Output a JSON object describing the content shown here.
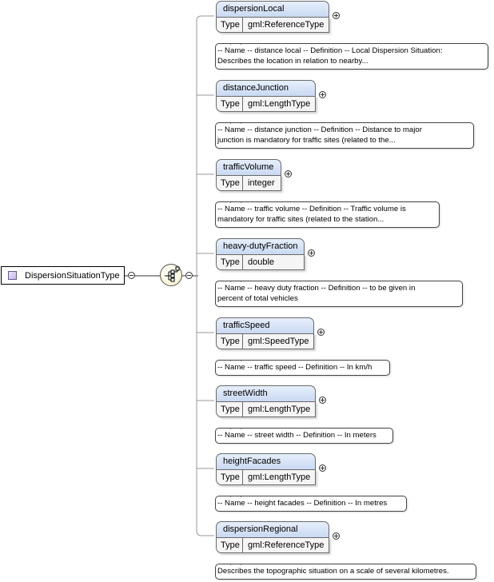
{
  "root": {
    "label": "DispersionSituationType"
  },
  "type_key": "Type",
  "elements": [
    {
      "name": "dispersionLocal",
      "type": "gml:ReferenceType",
      "doc": [
        "-- Name -- distance local -- Definition -- Local Dispersion Situation:",
        "Describes the location in relation to nearby..."
      ]
    },
    {
      "name": "distanceJunction",
      "type": "gml:LengthType",
      "doc": [
        "-- Name -- distance junction -- Definition -- Distance to major",
        "junction is mandatory for traffic sites (related to the..."
      ]
    },
    {
      "name": "trafficVolume",
      "type": "integer",
      "doc": [
        "-- Name -- traffic volume -- Definition -- Traffic volume is",
        "mandatory for traffic sites (related to the station..."
      ]
    },
    {
      "name": "heavy-dutyFraction",
      "type": "double",
      "doc": [
        "-- Name -- heavy duty fraction -- Definition -- to be given in",
        "percent of total vehicles"
      ]
    },
    {
      "name": "trafficSpeed",
      "type": "gml:SpeedType",
      "doc": [
        "-- Name -- traffic speed -- Definition -- In km/h"
      ]
    },
    {
      "name": "streetWidth",
      "type": "gml:LengthType",
      "doc": [
        "-- Name -- street width -- Definition -- In meters"
      ]
    },
    {
      "name": "heightFacades",
      "type": "gml:LengthType",
      "doc": [
        "-- Name -- height facades -- Definition -- In metres"
      ]
    },
    {
      "name": "dispersionRegional",
      "type": "gml:ReferenceType",
      "doc": [
        "Describes the topographic situation on a scale of several kilometres."
      ]
    }
  ]
}
